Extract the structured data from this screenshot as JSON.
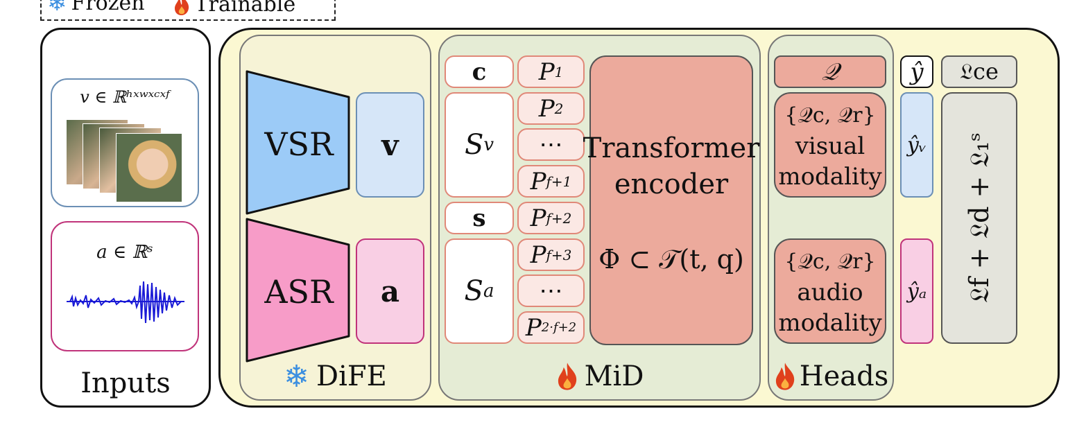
{
  "legend": {
    "frozen": "Frozen",
    "trainable": "Trainable"
  },
  "inputs": {
    "label": "Inputs",
    "video_expr": "v ∈ ℝʰˣʷˣᶜˣᶠ",
    "audio_expr": "a ∈ ℝˢ"
  },
  "dife": {
    "label": "DiFE",
    "vsr": "VSR",
    "asr": "ASR",
    "v_feat": "v",
    "a_feat": "a"
  },
  "mid": {
    "label": "MiD",
    "tokens": [
      "c",
      "s"
    ],
    "seq": [
      "S",
      "S"
    ],
    "seq_sub": [
      "v",
      "a"
    ],
    "positions": [
      "P",
      "P",
      "⋯",
      "P",
      "P",
      "P",
      "⋯",
      "P"
    ],
    "pos_sub": [
      "1",
      "2",
      "",
      "f+1",
      "f+2",
      "f+3",
      "",
      "2·f+2"
    ],
    "encoder": "Transformer encoder",
    "param": "Φ ⊂ 𝒯(t, q)"
  },
  "heads": {
    "label": "Heads",
    "query": "𝒬",
    "visual_set": "{𝒬c, 𝒬r}",
    "visual_name": "visual modality",
    "audio_set": "{𝒬c, 𝒬r}",
    "audio_name": "audio modality"
  },
  "outputs": {
    "y_hat": "ŷ",
    "y_v": "ŷᵥ",
    "y_a": "ŷₐ",
    "loss_ce": "𝔏ce",
    "loss_total": "𝔏f + 𝔏d + 𝔏₁ˢ"
  },
  "colors": {
    "vsr": "#9ccbf7",
    "asr": "#f79cc8",
    "mid_box": "#ecaa9c",
    "frame": "#111111"
  }
}
